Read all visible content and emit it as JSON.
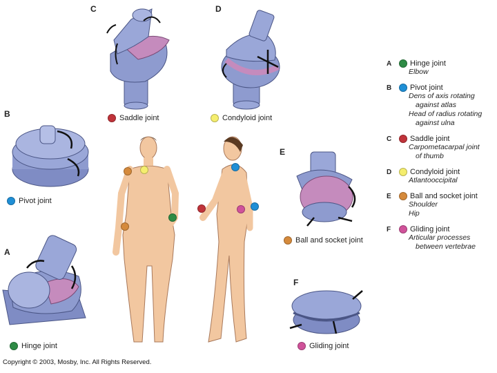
{
  "letters": {
    "c": "C",
    "d": "D",
    "b": "B",
    "a": "A",
    "e": "E",
    "f": "F"
  },
  "captions": {
    "saddle": "Saddle joint",
    "condyloid": "Condyloid joint",
    "pivot": "Pivot joint",
    "hinge": "Hinge joint",
    "ball": "Ball and socket joint",
    "gliding": "Gliding joint"
  },
  "colors": {
    "hinge": "#2e8b45",
    "pivot": "#1f8fd6",
    "saddle": "#c0333a",
    "condyloid": "#f5ee6e",
    "ball": "#d58a3c",
    "gliding": "#d0529a",
    "bone": "#8e9bcf",
    "cartilage": "#c58bbd",
    "skin": "#f2c7a0"
  },
  "legend": [
    {
      "letter": "A",
      "name": "Hinge joint",
      "dot": "hinge",
      "examples": [
        [
          "Elbow"
        ]
      ]
    },
    {
      "letter": "B",
      "name": "Pivot joint",
      "dot": "pivot",
      "examples": [
        [
          "Dens of axis rotating",
          "against atlas"
        ],
        [
          "Head of radius rotating",
          "against ulna"
        ]
      ]
    },
    {
      "letter": "C",
      "name": "Saddle joint",
      "dot": "saddle",
      "examples": [
        [
          "Carpometacarpal joint",
          "of thumb"
        ]
      ]
    },
    {
      "letter": "D",
      "name": "Condyloid joint",
      "dot": "condyloid",
      "examples": [
        [
          "Atlantooccipital"
        ]
      ]
    },
    {
      "letter": "E",
      "name": "Ball and socket joint",
      "dot": "ball",
      "examples": [
        [
          "Shoulder"
        ],
        [
          "Hip"
        ]
      ]
    },
    {
      "letter": "F",
      "name": "Gliding joint",
      "dot": "gliding",
      "examples": [
        [
          "Articular processes",
          "between vertebrae"
        ]
      ]
    }
  ],
  "copyright": "Copyright © 2003, Mosby, Inc. All Rights Reserved."
}
